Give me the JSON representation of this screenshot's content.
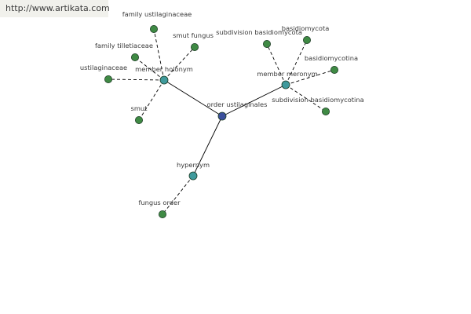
{
  "source": {
    "url_text": "http://www.artikata.com"
  },
  "graph": {
    "colors": {
      "center": "#3b4f9c",
      "relation": "#3f9a9c",
      "leaf": "#3f8a44",
      "edge": "#000000",
      "node_outline": "#1c3c24",
      "label": "#3a3a3a"
    },
    "center": {
      "id": "center",
      "label": "order ustilaginales"
    },
    "relations": [
      {
        "id": "holonym",
        "label": "member holonym",
        "leaves": [
          {
            "id": "family-ustilaginaceae",
            "label": "family ustilaginaceae"
          },
          {
            "id": "family-tilletiaceae",
            "label": "family tilletiaceae"
          },
          {
            "id": "smut-fungus",
            "label": "smut fungus"
          },
          {
            "id": "ustilaginaceae",
            "label": "ustilaginaceae"
          },
          {
            "id": "smut",
            "label": "smut"
          }
        ]
      },
      {
        "id": "meronym",
        "label": "member meronym",
        "leaves": [
          {
            "id": "subdivision-basidiomycota",
            "label": "subdivision basidiomycota"
          },
          {
            "id": "basidiomycota",
            "label": "basidiomycota"
          },
          {
            "id": "basidiomycotina",
            "label": "basidiomycotina"
          },
          {
            "id": "subdivision-basidiomycotina",
            "label": "subdivision basidiomycotina"
          }
        ]
      },
      {
        "id": "hypernym",
        "label": "hypernym",
        "leaves": [
          {
            "id": "fungus-order",
            "label": "fungus order"
          }
        ]
      }
    ]
  }
}
